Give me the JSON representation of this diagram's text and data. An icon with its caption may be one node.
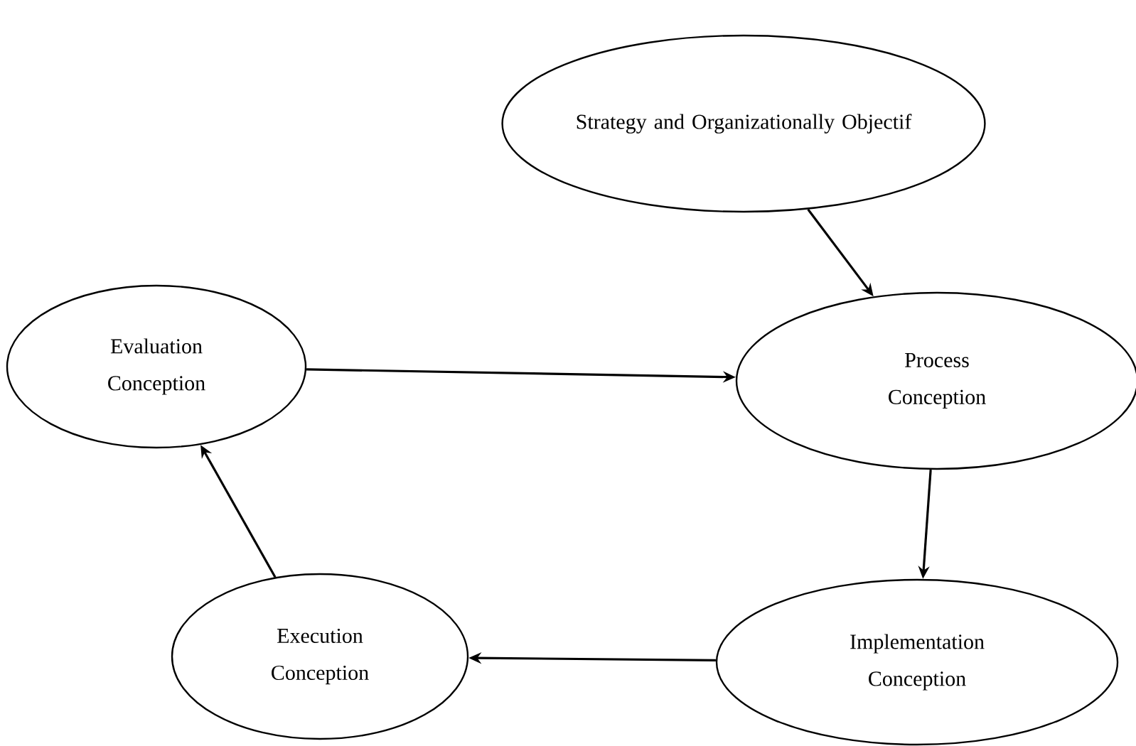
{
  "diagram": {
    "nodes": [
      {
        "text": [
          "Strategy and Organizationally Objectif"
        ]
      },
      {
        "text": [
          "Evaluation Conception"
        ]
      },
      {
        "text": [
          "Process Conception"
        ]
      },
      {
        "text": [
          "Implementation Conception"
        ]
      },
      {
        "text": [
          "Execution Conception"
        ]
      }
    ],
    "edges": [
      {
        "from": 0,
        "to": 2,
        "arrow": "to"
      },
      {
        "from": 1,
        "to": 2,
        "arrow": "to"
      },
      {
        "from": 2,
        "to": 3,
        "arrow": "to"
      },
      {
        "from": 3,
        "to": 4,
        "arrow": "to"
      },
      {
        "from": 4,
        "to": 1,
        "arrow": "to"
      }
    ]
  }
}
